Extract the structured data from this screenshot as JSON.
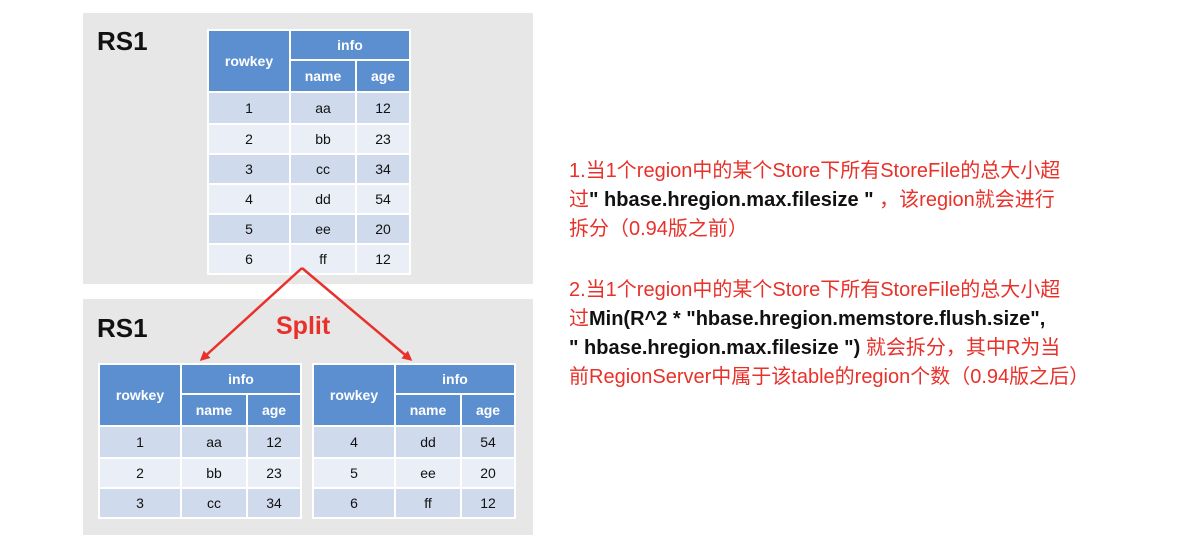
{
  "diagram": {
    "rs_top_label": "RS1",
    "rs_bottom_label": "RS1",
    "split_label": "Split",
    "columns": {
      "rowkey": "rowkey",
      "family": "info",
      "name": "name",
      "age": "age"
    },
    "top_rows": [
      [
        "1",
        "aa",
        "12"
      ],
      [
        "2",
        "bb",
        "23"
      ],
      [
        "3",
        "cc",
        "34"
      ],
      [
        "4",
        "dd",
        "54"
      ],
      [
        "5",
        "ee",
        "20"
      ],
      [
        "6",
        "ff",
        "12"
      ]
    ],
    "left_rows": [
      [
        "1",
        "aa",
        "12"
      ],
      [
        "2",
        "bb",
        "23"
      ],
      [
        "3",
        "cc",
        "34"
      ]
    ],
    "right_rows": [
      [
        "4",
        "dd",
        "54"
      ],
      [
        "5",
        "ee",
        "20"
      ],
      [
        "6",
        "ff",
        "12"
      ]
    ]
  },
  "notes": {
    "note1_line1": "1.当1个region中的某个Store下所有StoreFile的总大小超",
    "note1_line2_a": "过",
    "note1_line2_b": "\" hbase.hregion.max.filesize \"",
    "note1_line2_c": " ，该region就会进行",
    "note1_line3": "拆分（0.94版之前）",
    "note2_line1": "2.当1个region中的某个Store下所有StoreFile的总大小超",
    "note2_line2_a": "过",
    "note2_line2_b": "Min(R^2 * \"hbase.hregion.memstore.flush.size\",",
    "note2_line3_a": "\" hbase.hregion.max.filesize \")",
    "note2_line3_b": " 就会拆分，其中R为当",
    "note2_line4": "前RegionServer中属于该table的region个数（0.94版之后）"
  },
  "colors": {
    "header_blue": "#5b8fd0",
    "row_dark": "#cfdaec",
    "row_light": "#e9eef7",
    "accent_red": "#e8312a",
    "panel_gray": "#e7e7e7"
  }
}
